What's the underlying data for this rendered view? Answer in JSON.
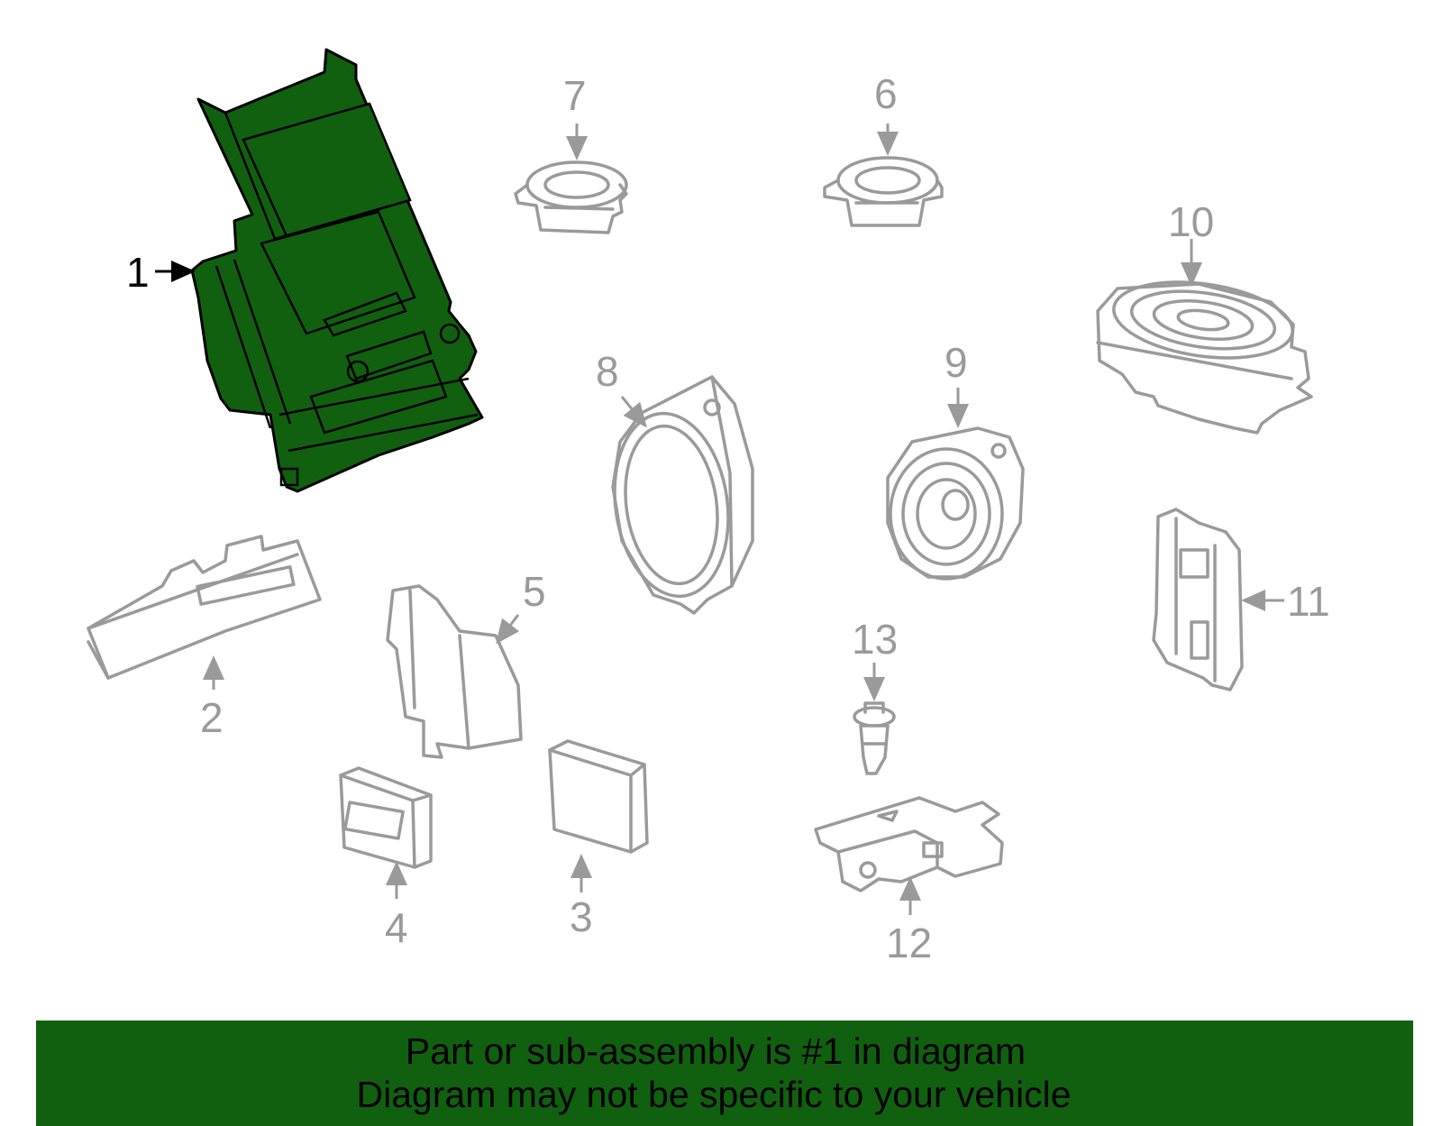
{
  "colors": {
    "highlight": "#106010",
    "outline": "#9a9a9a",
    "dark_outline": "#000000",
    "banner_bg": "#106010",
    "banner_text": "#000000"
  },
  "callouts": {
    "c1": "1",
    "c2": "2",
    "c3": "3",
    "c4": "4",
    "c5": "5",
    "c6": "6",
    "c7": "7",
    "c8": "8",
    "c9": "9",
    "c10": "10",
    "c11": "11",
    "c12": "12",
    "c13": "13"
  },
  "highlighted_part": "1",
  "banner": {
    "line1": "Part or sub-assembly is #1 in diagram",
    "line2": "Diagram may not be specific to your vehicle"
  }
}
